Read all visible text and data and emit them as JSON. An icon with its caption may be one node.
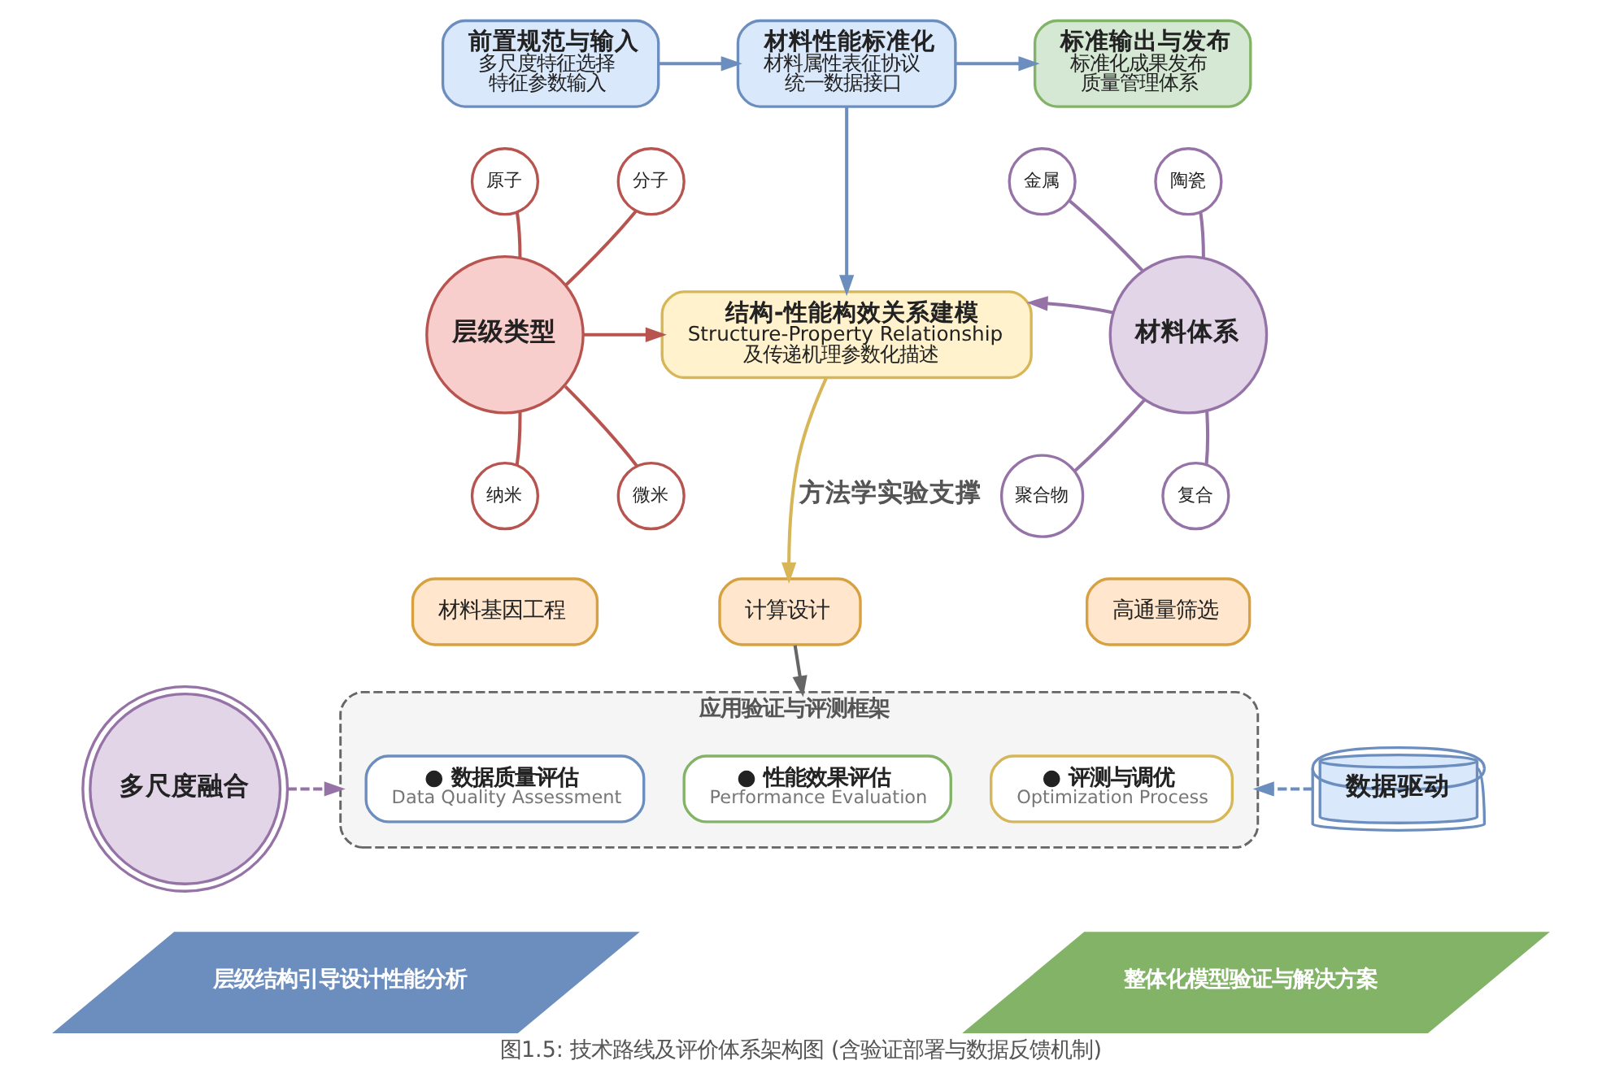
{
  "diagram": {
    "caption": "图1.5: 技术路线及评价体系架构图 (含验证部署与数据反馈机制)",
    "nodes": [
      {
        "text": [
          "前置规范与输入",
          "多尺度特征选择",
          "特征参数输入"
        ]
      },
      {
        "text": [
          "材料性能标准化",
          "材料属性表征协议",
          "统一数据接口"
        ]
      },
      {
        "text": [
          "标准输出与发布",
          "标准化成果发布",
          "质量管理体系"
        ]
      },
      {
        "text": [
          "结构-性能构效关系建模",
          "Structure-Property Relationship",
          "及传递机理参数化描述"
        ]
      },
      {
        "text": [
          "层级类型"
        ]
      },
      {
        "text": [
          "原子"
        ]
      },
      {
        "text": [
          "分子"
        ]
      },
      {
        "text": [
          "纳米"
        ]
      },
      {
        "text": [
          "微米"
        ]
      },
      {
        "text": [
          "材料体系"
        ]
      },
      {
        "text": [
          "金属"
        ]
      },
      {
        "text": [
          "陶瓷"
        ]
      },
      {
        "text": [
          "聚合物"
        ]
      },
      {
        "text": [
          "复合"
        ]
      },
      {
        "text": [
          "材料基因工程"
        ]
      },
      {
        "text": [
          "计算设计"
        ]
      },
      {
        "text": [
          "高通量筛选"
        ]
      },
      {
        "text": [
          "应用验证与评测框架"
        ]
      },
      {
        "text": [
          "● 数据质量评估",
          "Data Quality Assessment"
        ],
        "in": 17
      },
      {
        "text": [
          "● 性能效果评估",
          "Performance Evaluation"
        ],
        "in": 17
      },
      {
        "text": [
          "● 评测与调优",
          "Optimization Process"
        ],
        "in": 17
      },
      {
        "text": [
          "多尺度融合"
        ]
      },
      {
        "text": [
          "数据驱动"
        ]
      },
      {
        "text": [
          "层级结构引导设计性能分析"
        ]
      },
      {
        "text": [
          "整体化模型验证与解决方案"
        ]
      }
    ],
    "edges": [
      {
        "from": 0,
        "to": 1,
        "arrow": "to"
      },
      {
        "from": 1,
        "to": 2,
        "arrow": "to"
      },
      {
        "from": 1,
        "to": 3,
        "arrow": "to"
      },
      {
        "from": 4,
        "to": 5,
        "arrow": "none",
        "color": "#b85450"
      },
      {
        "from": 4,
        "to": 6,
        "arrow": "none",
        "color": "#b85450"
      },
      {
        "from": 4,
        "to": 7,
        "arrow": "none",
        "color": "#b85450"
      },
      {
        "from": 4,
        "to": 8,
        "arrow": "none",
        "color": "#b85450"
      },
      {
        "from": 4,
        "to": 3,
        "arrow": "to",
        "color": "#b85450"
      },
      {
        "from": 9,
        "to": 10,
        "arrow": "none",
        "color": "#9673a6"
      },
      {
        "from": 9,
        "to": 11,
        "arrow": "none",
        "color": "#9673a6"
      },
      {
        "from": 9,
        "to": 12,
        "arrow": "none",
        "color": "#9673a6"
      },
      {
        "from": 9,
        "to": 13,
        "arrow": "none",
        "color": "#9673a6"
      },
      {
        "from": 9,
        "to": 3,
        "arrow": "to",
        "color": "#9673a6"
      },
      {
        "from": 3,
        "to": 15,
        "arrow": "to",
        "label": "方法学实验支撑",
        "color": "#d6b656"
      },
      {
        "from": 15,
        "to": 17,
        "arrow": "to",
        "color": "#666666"
      },
      {
        "from": 21,
        "to": 17,
        "arrow": "to",
        "style": "dashed",
        "color": "#9673a6"
      },
      {
        "from": 22,
        "to": 17,
        "arrow": "to",
        "style": "dashed"
      }
    ]
  }
}
